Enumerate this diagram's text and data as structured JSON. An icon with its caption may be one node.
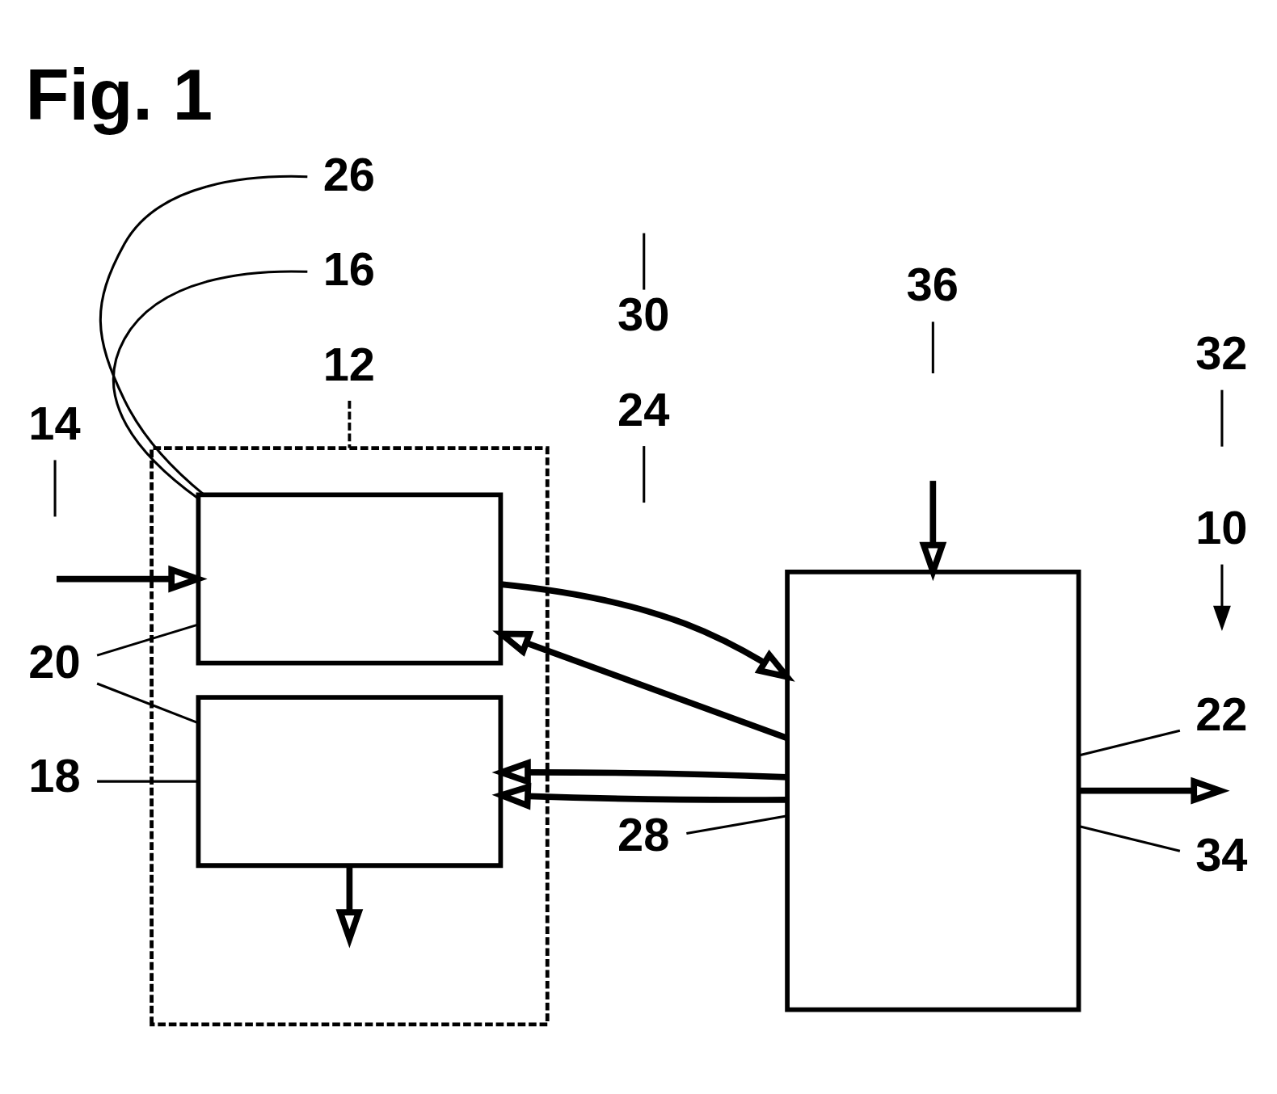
{
  "diagram": {
    "title": "Fig. 1",
    "nodes": [
      {
        "text": [
          "10"
        ]
      },
      {
        "text": [
          "12"
        ]
      },
      {
        "text": [],
        "shape": "box"
      },
      {
        "text": [
          "14"
        ]
      },
      {
        "text": [
          "16"
        ]
      },
      {
        "text": [],
        "shape": "box",
        "in": 2
      },
      {
        "text": [
          "18"
        ]
      },
      {
        "text": [],
        "shape": "box",
        "in": 2
      },
      {
        "text": [
          "20"
        ]
      },
      {
        "text": [
          "22"
        ]
      },
      {
        "text": [],
        "shape": "box"
      },
      {
        "text": [
          "24"
        ]
      },
      {
        "text": [
          "26"
        ]
      },
      {
        "text": [
          "28"
        ]
      },
      {
        "text": [
          "30"
        ]
      },
      {
        "text": [
          "32"
        ]
      },
      {
        "text": [
          "34"
        ]
      },
      {
        "text": [
          "36"
        ]
      }
    ],
    "edges": [
      {
        "from": null,
        "to": 5,
        "arrow": "to",
        "style": "thick"
      },
      {
        "from": 5,
        "to": 10,
        "arrow": "to",
        "style": "thick"
      },
      {
        "from": 10,
        "to": null,
        "arrow": "to",
        "style": "thick"
      },
      {
        "from": null,
        "to": 10,
        "arrow": "to",
        "style": "thick"
      },
      {
        "from": 10,
        "to": 7,
        "arrow": "to",
        "style": "thick"
      },
      {
        "from": 7,
        "to": null,
        "arrow": "to",
        "style": "thick"
      },
      {
        "from": 10,
        "to": 5,
        "arrow": "to",
        "style": "thick"
      },
      {
        "from": 10,
        "to": 7,
        "arrow": "to",
        "style": "thick"
      },
      {
        "from": 0,
        "to": null,
        "arrow": "to"
      },
      {
        "from": 1,
        "to": 2,
        "arrow": "none",
        "style": "dashed"
      },
      {
        "from": 3,
        "to": null,
        "arrow": "none"
      },
      {
        "from": 4,
        "to": 5,
        "arrow": "none"
      },
      {
        "from": 6,
        "to": 7,
        "arrow": "none"
      },
      {
        "from": 8,
        "to": 5,
        "arrow": "none"
      },
      {
        "from": 8,
        "to": 7,
        "arrow": "none"
      },
      {
        "from": 9,
        "to": 10,
        "arrow": "none"
      },
      {
        "from": 11,
        "to": null,
        "arrow": "none"
      },
      {
        "from": 12,
        "to": 5,
        "arrow": "none"
      },
      {
        "from": 13,
        "to": 10,
        "arrow": "none"
      },
      {
        "from": 14,
        "to": null,
        "arrow": "none"
      },
      {
        "from": 15,
        "to": null,
        "arrow": "none"
      },
      {
        "from": 16,
        "to": 10,
        "arrow": "none"
      },
      {
        "from": 17,
        "to": null,
        "arrow": "none"
      }
    ]
  }
}
